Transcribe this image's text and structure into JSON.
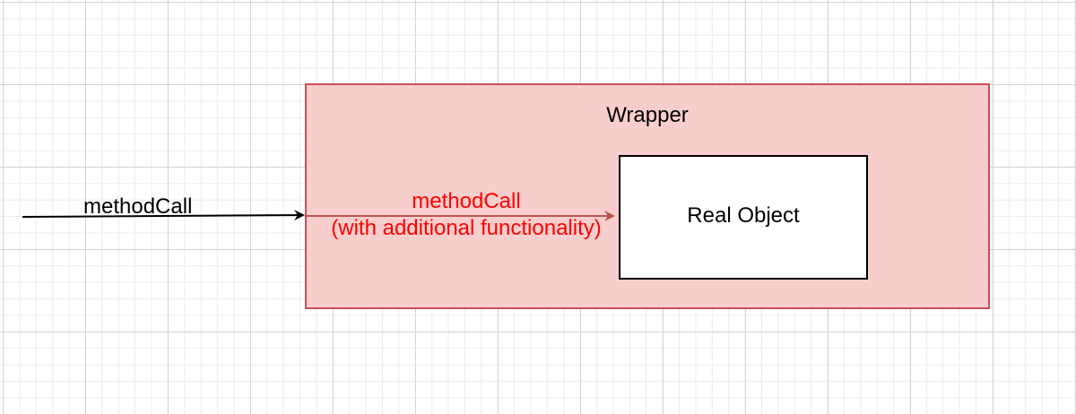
{
  "diagram": {
    "wrapper": {
      "label": "Wrapper",
      "fill_color": "#f8cecc",
      "border_color": "#c7505a"
    },
    "real_object": {
      "label": "Real Object"
    },
    "outer_call": {
      "label": "methodCall",
      "color": "#000000"
    },
    "inner_call": {
      "label_line1": "methodCall",
      "label_line2": "(with additional functionality)",
      "color": "#ff0000",
      "arrow_color": "#b85450"
    }
  }
}
